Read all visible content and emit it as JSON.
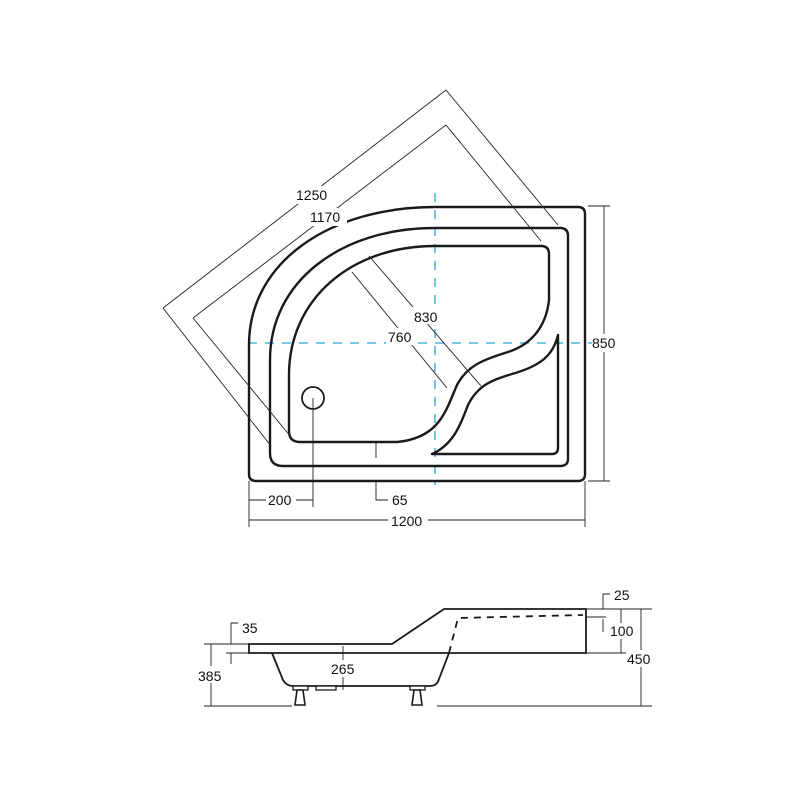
{
  "drawing": {
    "title": "Corner shower tray with seat - technical drawing",
    "colors": {
      "line": "#1a1a1a",
      "centerline": "#2aa3d6",
      "background": "#ffffff"
    },
    "top_view": {
      "dimensions": {
        "diagonal_outer": "1250",
        "diagonal_inner": "1170",
        "depth_outer": "830",
        "depth_inner": "760",
        "height_side": "850",
        "drain_offset": "200",
        "rim_width": "65",
        "width_total": "1200"
      }
    },
    "side_view": {
      "dimensions": {
        "rim_thickness": "35",
        "height_left": "385",
        "basin_depth": "265",
        "seat_rim": "25",
        "seat_height": "100",
        "height_total": "450"
      }
    }
  }
}
